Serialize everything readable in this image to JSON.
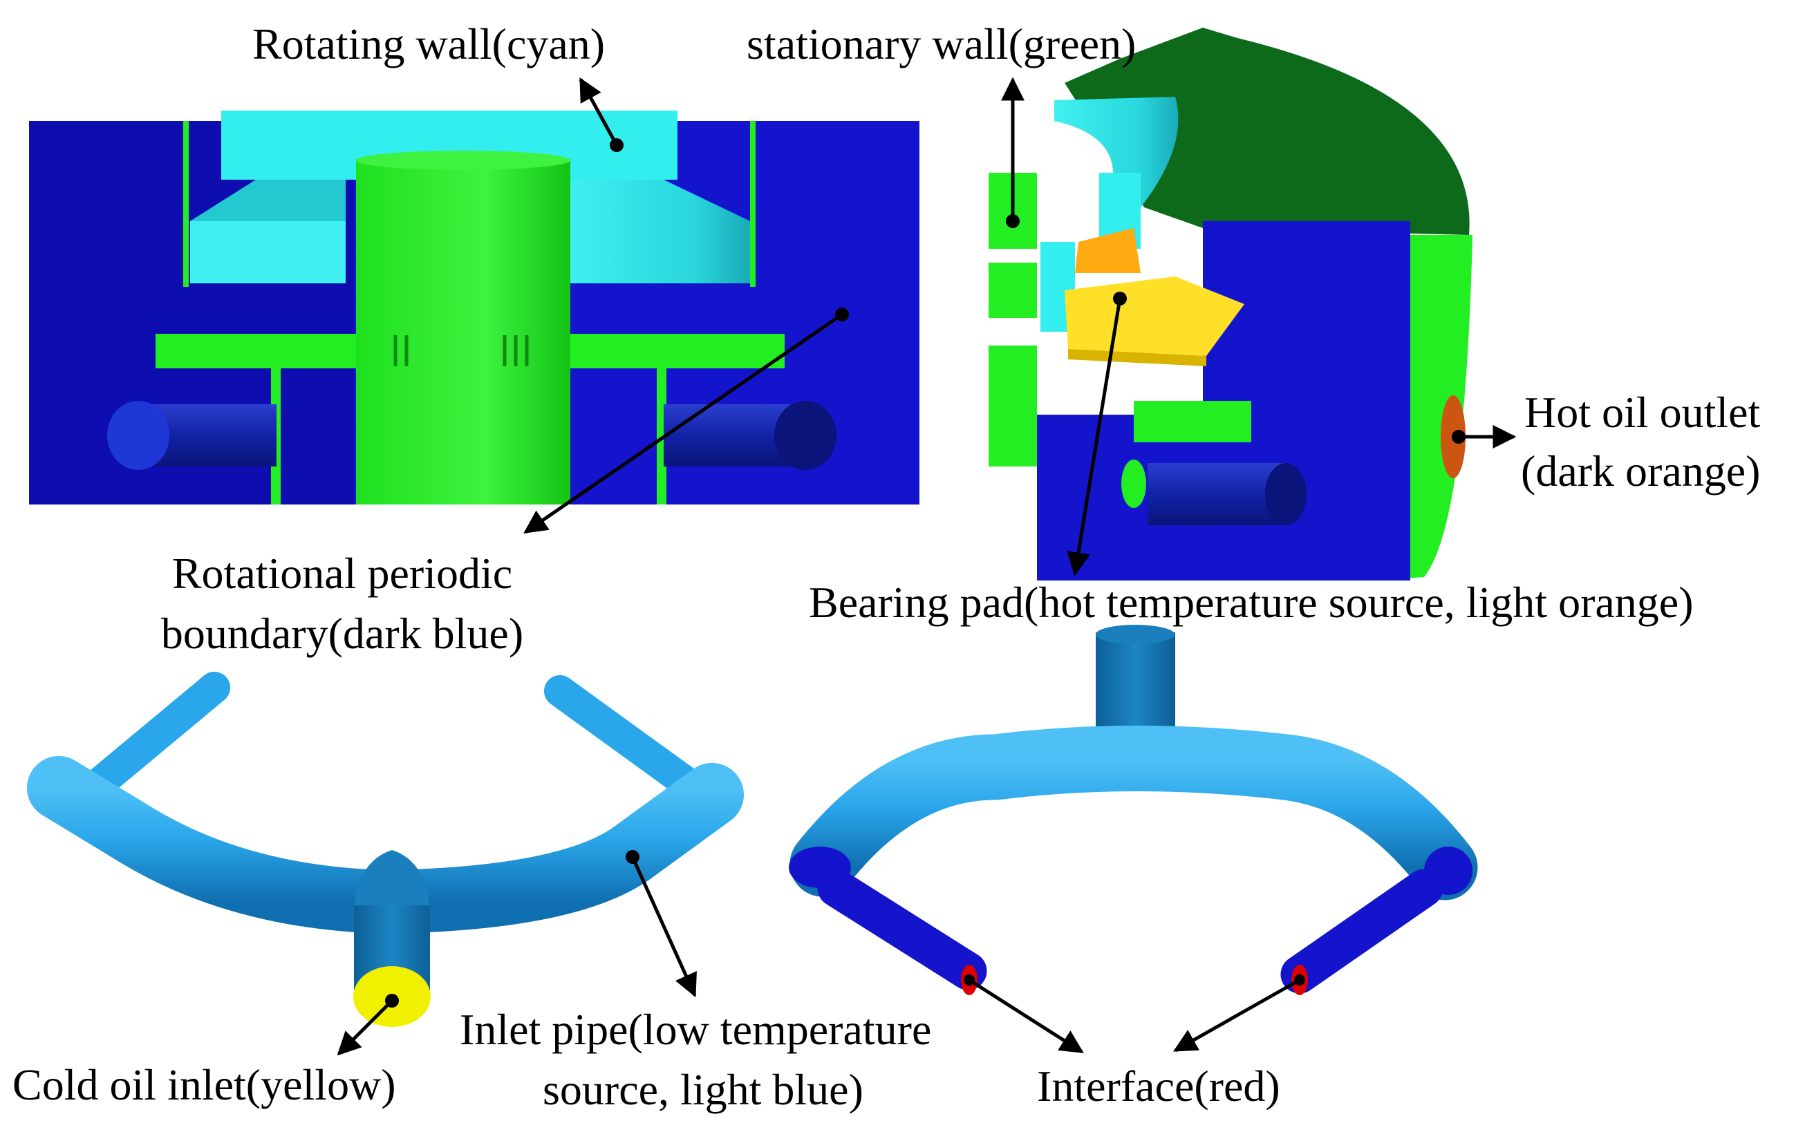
{
  "labels": {
    "rotating_wall": "Rotating wall(cyan)",
    "stationary_wall": "stationary wall(green)",
    "hot_oil_outlet_line1": "Hot oil outlet",
    "hot_oil_outlet_line2": "(dark orange)",
    "periodic_line1": "Rotational periodic",
    "periodic_line2": "boundary(dark blue)",
    "bearing_pad": "Bearing pad(hot temperature source, light orange)",
    "cold_oil_inlet": "Cold oil inlet(yellow)",
    "inlet_pipe_line1": "Inlet pipe(low temperature",
    "inlet_pipe_line2": "source, light blue)",
    "interface": "Interface(red)"
  },
  "colors": {
    "rotating_wall": "#33eeee",
    "stationary_wall": "#22ee22",
    "periodic_boundary": "#1010cc",
    "bearing_pad": "#ffcc22",
    "hot_oil_outlet": "#cc5511",
    "inlet_pipe": "#1e9be0",
    "cold_oil_inlet": "#f0f000",
    "interface": "#dd0000"
  }
}
